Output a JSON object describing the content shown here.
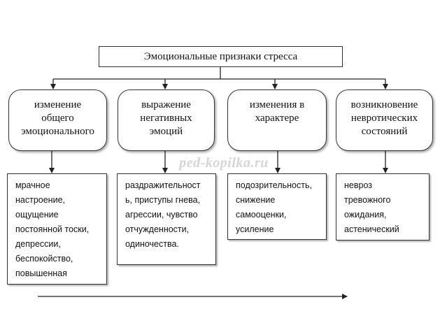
{
  "diagram": {
    "title": "Эмоциональные признаки стресса",
    "categories": [
      {
        "label": "изменение\nобщего\nэмоционального"
      },
      {
        "label": "выражение\nнегативных\nэмоций"
      },
      {
        "label": "изменения в\nхарактере"
      },
      {
        "label": "возникновение\nневротических\nсостояний"
      }
    ],
    "details": [
      {
        "text": "мрачное\nнастроение,\nощущение\nпостоянной тоски,\nдепрессии,\nбеспокойство,\nповышенная"
      },
      {
        "text": "раздражительност\nь, приступы гнева,\nагрессии, чувство\nотчужденности,\nодиночества."
      },
      {
        "text": "подозрительность,\nснижение\nсамооценки,\nусиление"
      },
      {
        "text": "невроз\nтревожного\nожидания,\nастенический"
      }
    ],
    "watermark": "ped-kopilka.ru"
  }
}
